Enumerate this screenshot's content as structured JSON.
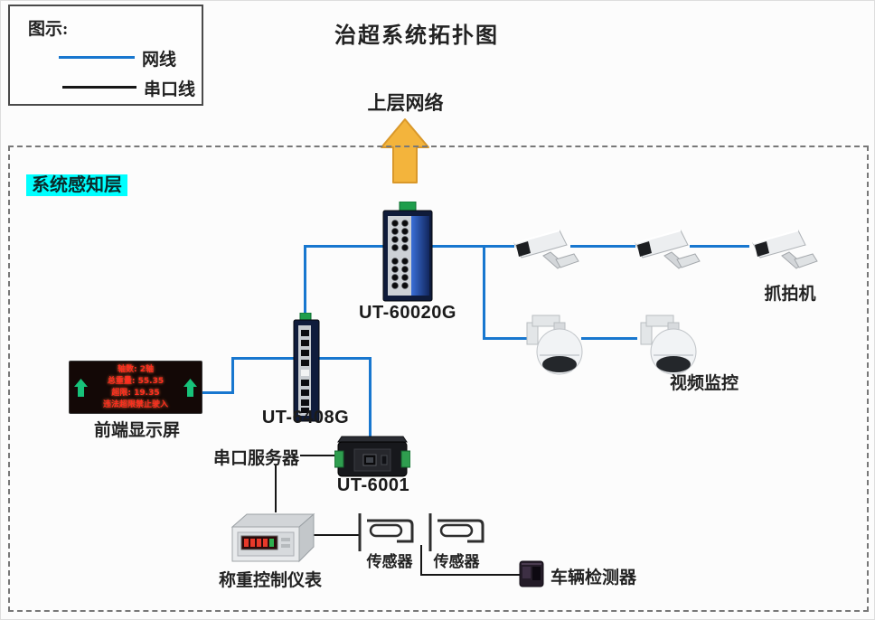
{
  "title": "治超系统拓扑图",
  "legend": {
    "heading": "图示:",
    "items": [
      {
        "label": "网线",
        "color": "#1877cf"
      },
      {
        "label": "串口线",
        "color": "#161616"
      }
    ]
  },
  "upper_network_label": "上层网络",
  "layer": {
    "label": "系统感知层",
    "highlight_color": "#00ffff"
  },
  "nodes": {
    "main_switch": {
      "model": "UT-60020G"
    },
    "sub_switch": {
      "model": "UT-6408G"
    },
    "serial_server": {
      "label": "串口服务器",
      "model": "UT-6001"
    },
    "led_display": {
      "label": "前端显示屏",
      "lines": [
        "轴数: 2轴",
        "总重量: 55.35",
        "超限: 19.35",
        "违法超限禁止驶入"
      ]
    },
    "capture_cameras": {
      "label": "抓拍机",
      "count": 3
    },
    "dome_cameras": {
      "label": "视频监控",
      "count": 2
    },
    "weighing_meter": {
      "label": "称重控制仪表"
    },
    "sensors": {
      "labels": [
        "传感器",
        "传感器"
      ]
    },
    "vehicle_detector": {
      "label": "车辆检测器"
    }
  },
  "colors": {
    "net_wire": "#1877cf",
    "serial_wire": "#161616",
    "arrow_fill": "#f3b43c",
    "arrow_stroke": "#d9982a"
  }
}
